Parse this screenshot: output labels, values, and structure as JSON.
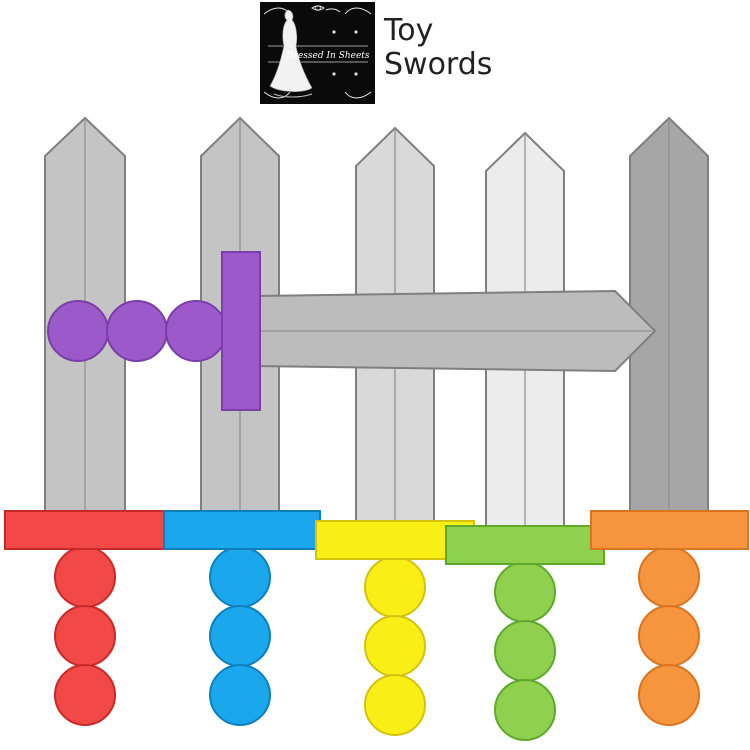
{
  "title": {
    "line1": "Toy",
    "line2": "Swords"
  },
  "logo": {
    "text": "Dressed In Sheets",
    "colors": {
      "background": "#0a0a0a",
      "foreground": "#ffffff"
    }
  },
  "swords": [
    {
      "color": "purple",
      "fill": "#9b59c9",
      "stroke": "#7a3fa8",
      "blade_fill": "#bcbcbc",
      "orientation": "horizontal"
    },
    {
      "color": "red",
      "fill": "#f24848",
      "stroke": "#c92828",
      "blade_fill": "#c4c4c4",
      "orientation": "vertical"
    },
    {
      "color": "blue",
      "fill": "#1aa7ec",
      "stroke": "#0d7fbf",
      "blade_fill": "#c4c4c4",
      "orientation": "vertical"
    },
    {
      "color": "yellow",
      "fill": "#f9ee16",
      "stroke": "#d4c30d",
      "blade_fill": "#d9d9d9",
      "orientation": "vertical"
    },
    {
      "color": "green",
      "fill": "#8fd14f",
      "stroke": "#5fa82b",
      "blade_fill": "#ececec",
      "orientation": "vertical"
    },
    {
      "color": "orange",
      "fill": "#f7943e",
      "stroke": "#d9741f",
      "blade_fill": "#a6a6a6",
      "orientation": "vertical"
    }
  ]
}
